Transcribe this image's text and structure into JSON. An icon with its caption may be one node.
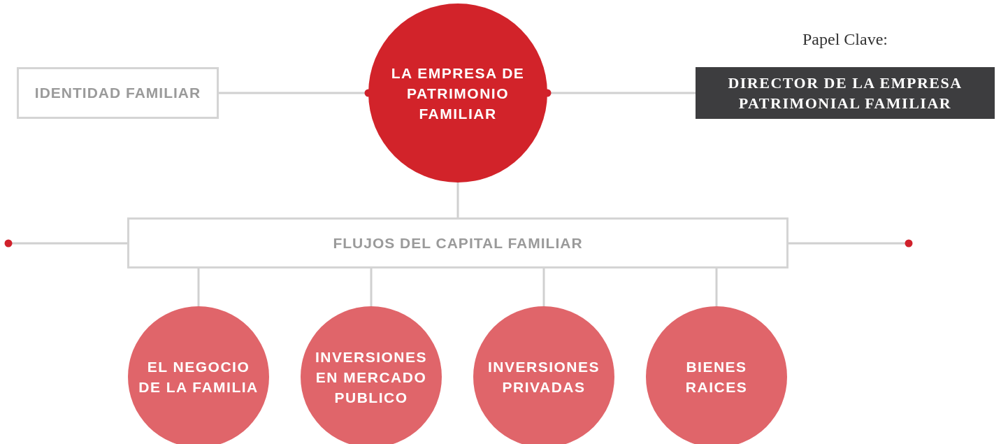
{
  "diagram": {
    "nodes": [
      {
        "text": [
          "IDENTIDAD FAMILIAR"
        ]
      },
      {
        "text": [
          "LA EMPRESA DE PATRIMONIO FAMILIAR"
        ]
      },
      {
        "text": [
          "Papel Clave:",
          "DIRECTOR DE LA EMPRESA PATRIMONIAL FAMILIAR"
        ]
      },
      {
        "text": [
          "FLUJOS DEL CAPITAL FAMILIAR"
        ]
      },
      {
        "text": [
          "EL NEGOCIO DE LA FAMILIA"
        ]
      },
      {
        "text": [
          "INVERSIONES EN MERCADO PUBLICO"
        ]
      },
      {
        "text": [
          "INVERSIONES PRIVADAS"
        ]
      },
      {
        "text": [
          "BIENES RAICES"
        ]
      }
    ],
    "edges": [
      {
        "from": 0,
        "to": 1,
        "arrow": "other"
      },
      {
        "from": 1,
        "to": 2,
        "arrow": "other"
      },
      {
        "from": 1,
        "to": 3,
        "arrow": "none"
      },
      {
        "from": 3,
        "to": null,
        "arrow": "other"
      },
      {
        "from": 3,
        "to": null,
        "arrow": "other"
      },
      {
        "from": 3,
        "to": 4,
        "arrow": "none"
      },
      {
        "from": 3,
        "to": 5,
        "arrow": "none"
      },
      {
        "from": 3,
        "to": 6,
        "arrow": "none"
      },
      {
        "from": 3,
        "to": 7,
        "arrow": "none"
      }
    ]
  }
}
